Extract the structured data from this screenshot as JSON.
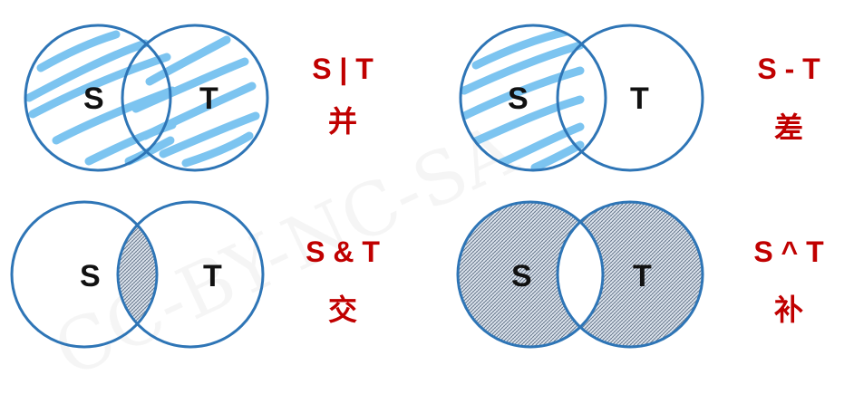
{
  "diagrams": [
    {
      "left_set": "S",
      "right_set": "T",
      "operator": "S | T",
      "name": "并",
      "highlight": "scribble-both"
    },
    {
      "left_set": "S",
      "right_set": "T",
      "operator": "S - T",
      "name": "差",
      "highlight": "scribble-left-only"
    },
    {
      "left_set": "S",
      "right_set": "T",
      "operator": "S & T",
      "name": "交",
      "highlight": "hatch-intersection"
    },
    {
      "left_set": "S",
      "right_set": "T",
      "operator": "S ^ T",
      "name": "补",
      "highlight": "hatch-symmetric-difference"
    }
  ],
  "colors": {
    "circle_stroke": "#2e75b6",
    "scribble": "#7cc4f0",
    "hatch": "#5a6b80",
    "label": "#c00000"
  }
}
